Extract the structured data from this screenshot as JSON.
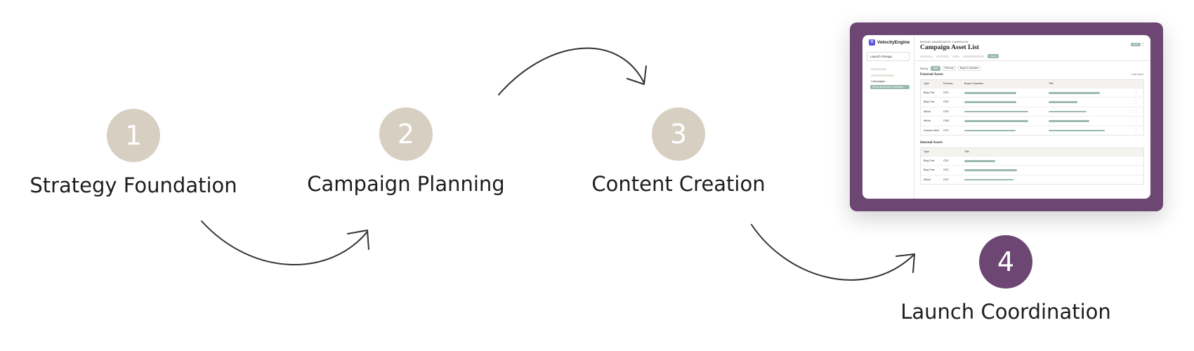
{
  "steps": [
    {
      "number": "1",
      "label": "Strategy Foundation",
      "active": false
    },
    {
      "number": "2",
      "label": "Campaign Planning",
      "active": false
    },
    {
      "number": "3",
      "label": "Content Creation",
      "active": false
    },
    {
      "number": "4",
      "label": "Launch Coordination",
      "active": true
    }
  ],
  "colors": {
    "step_inactive": "#d8cfc3",
    "step_active": "#6d4674",
    "arrow": "#333333",
    "accent_bar": "#9bb9ad",
    "brand_logo": "#5b57e0"
  },
  "screenshot": {
    "brand": {
      "logo": "V",
      "name": "VelocityEngine"
    },
    "select_value": "Launch Omega",
    "nav_item": "Campaigns",
    "nav_active": "Brand Awareness Campaign",
    "eyebrow": "BRAND AWARENESS CAMPAIGN",
    "title": "Campaign Asset List",
    "status_badge": "Active",
    "active_tab": "Assets",
    "filter_label": "Sort by:",
    "filters": [
      "Type",
      "Persona",
      "Buyer's Question"
    ],
    "external": {
      "title": "External Assets",
      "add_label": "+ Add Asset",
      "headers": [
        "Type",
        "Persona",
        "Buyer's Question",
        "Title"
      ],
      "rows": [
        {
          "type": "Blog Post",
          "persona": "CEO",
          "q": 0.62,
          "t": 0.58
        },
        {
          "type": "Blog Post",
          "persona": "CEO",
          "q": 0.62,
          "t": 0.33
        },
        {
          "type": "eBook",
          "persona": "CEO",
          "q": 0.76,
          "t": 0.43
        },
        {
          "type": "eBook",
          "persona": "CMO",
          "q": 0.76,
          "t": 0.46
        },
        {
          "type": "Decision Brief",
          "persona": "CFO",
          "q": 0.61,
          "t": 0.64
        }
      ]
    },
    "internal": {
      "title": "Internal Assets",
      "headers": [
        "Type",
        "Title"
      ],
      "rows": [
        {
          "type": "Blog Post",
          "persona": "CEO",
          "t": 0.2
        },
        {
          "type": "Blog Post",
          "persona": "CEO",
          "t": 0.34
        },
        {
          "type": "eBook",
          "persona": "CEO",
          "t": 0.32
        }
      ]
    }
  }
}
